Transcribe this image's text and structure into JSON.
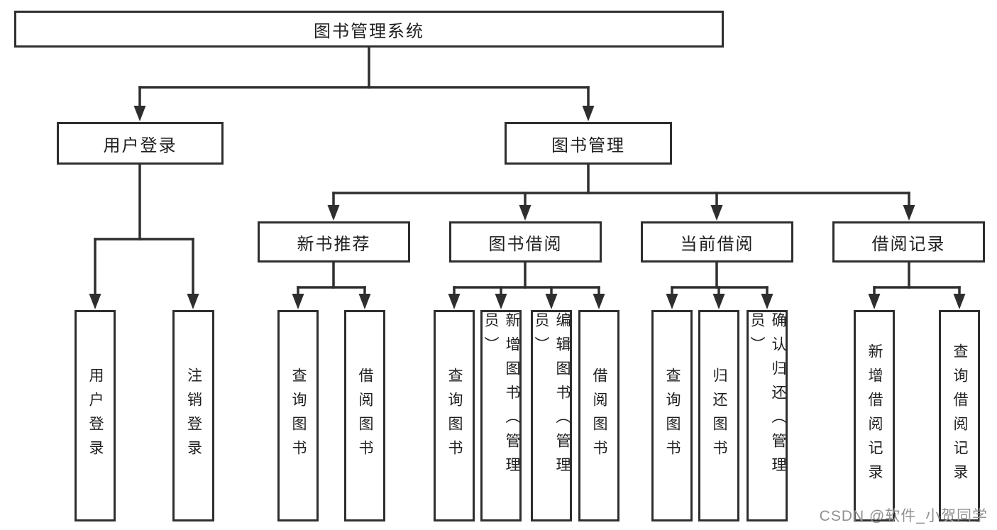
{
  "nodes": {
    "root": "图书管理系统",
    "user_login": "用户登录",
    "book_mgmt": "图书管理",
    "new_book_rec": "新书推荐",
    "book_borrow": "图书借阅",
    "current_borrow": "当前借阅",
    "borrow_records": "借阅记录",
    "user_login_leaf": "用户登录",
    "logout_leaf": "注销登录",
    "rec_query_book": "查询图书",
    "rec_borrow_book": "借阅图书",
    "bb_query_book": "查询图书",
    "bb_add_book": "新增图书（管理员）",
    "bb_edit_book": "编辑图书（管理员）",
    "bb_borrow_book": "借阅图书",
    "cb_query_book": "查询图书",
    "cb_return_book": "归还图书",
    "cb_confirm_return": "确认归还（管理员）",
    "br_add_record": "新增借阅记录",
    "br_query_record": "查询借阅记录"
  },
  "hierarchy": {
    "图书管理系统": {
      "用户登录": [
        "用户登录",
        "注销登录"
      ],
      "图书管理": {
        "新书推荐": [
          "查询图书",
          "借阅图书"
        ],
        "图书借阅": [
          "查询图书",
          "新增图书（管理员）",
          "编辑图书（管理员）",
          "借阅图书"
        ],
        "当前借阅": [
          "查询图书",
          "归还图书",
          "确认归还（管理员）"
        ],
        "借阅记录": [
          "新增借阅记录",
          "查询借阅记录"
        ]
      }
    }
  },
  "watermark": {
    "text": "CSDN @软件_小贺同学",
    "color": "#919191"
  },
  "style_colors": {
    "line": "#2e2e2e",
    "box_background": "#ffffff",
    "text": "#1f1f1f"
  }
}
